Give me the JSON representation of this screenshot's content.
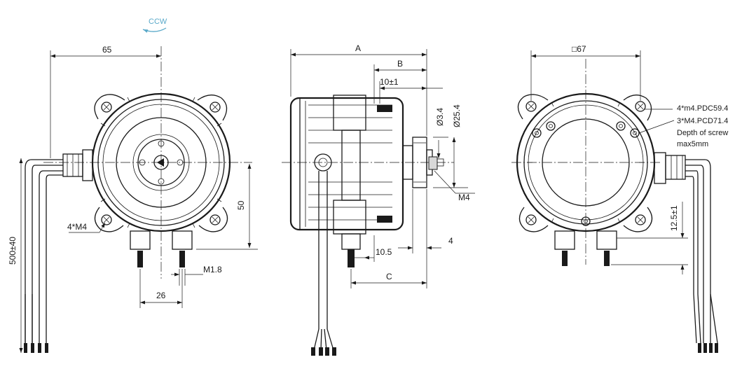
{
  "rotation": {
    "label": "CCW",
    "arrow_color": "#5aa9c9"
  },
  "front_view": {
    "dim_width": "65",
    "dim_height": "50",
    "dim_mounting_holes": "4*M4",
    "dim_cable_length": "500±40",
    "dim_terminal_spacing": "26",
    "dim_terminal_thread": "M1.8"
  },
  "side_view": {
    "dim_overall_length": "A",
    "dim_b": "B",
    "dim_c": "C",
    "dim_shaft_length": "10±1",
    "dim_shaft_diameter": "Ø3.4",
    "dim_boss_diameter": "Ø25.4",
    "dim_thread": "M4",
    "dim_terminal_offset": "10.5",
    "dim_flange": "4"
  },
  "rear_view": {
    "dim_square": "□67",
    "note_1": "4*m4.PDC59.4",
    "note_2": "3*M4.PCD71.4",
    "note_3": "Depth of screw",
    "note_4": "max5mm",
    "dim_terminal_height": "12.5±1"
  },
  "colors": {
    "line": "#1a1a1a",
    "accent": "#5aa9c9"
  }
}
